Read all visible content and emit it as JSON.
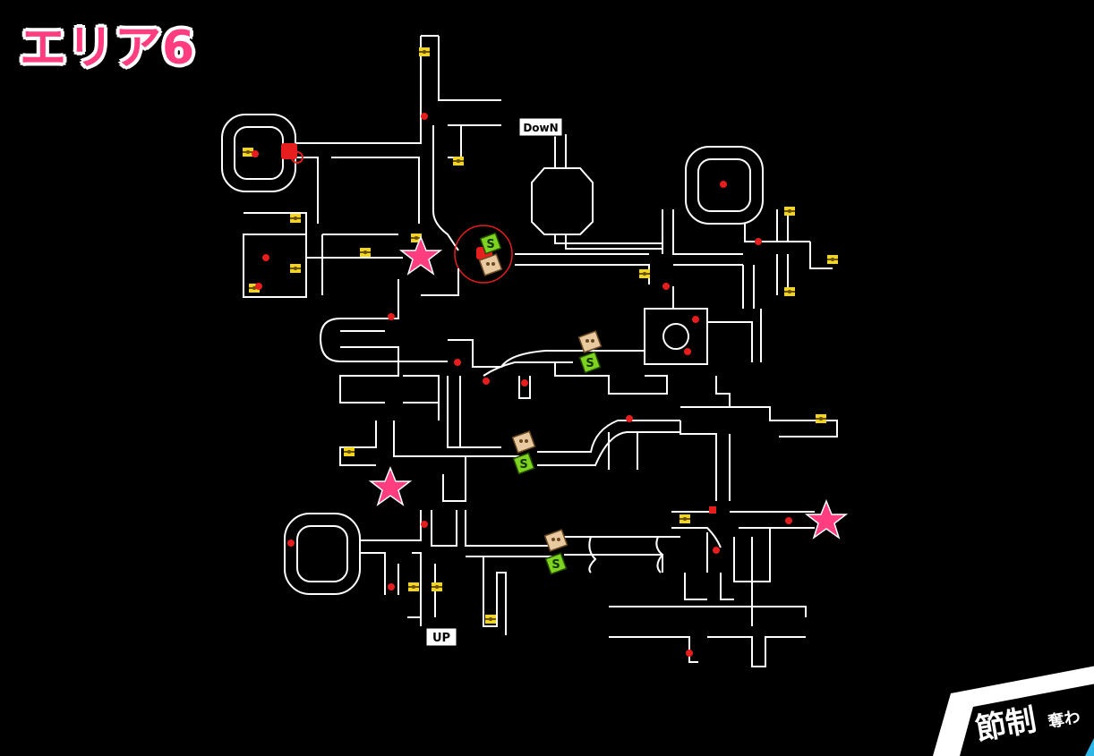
{
  "title": "エリア6",
  "labels": {
    "down": "DowN",
    "up": "UP"
  },
  "banner": {
    "kanji": "節制",
    "small": "奪わ"
  },
  "colors": {
    "title": "#ff3d7f",
    "star": "#ff3d7f",
    "enemy": "#e61e1e",
    "chest": "#f2d51c",
    "save": "#7ed321",
    "trap": "#e8c9a0",
    "wall": "#ffffff"
  },
  "legend_icons": [
    "star-marker-icon",
    "enemy-dot-icon",
    "treasure-chest-icon",
    "safe-room-icon",
    "shadow-icon",
    "stairs-down-icon",
    "stairs-up-icon",
    "boss-enemy-icon"
  ]
}
